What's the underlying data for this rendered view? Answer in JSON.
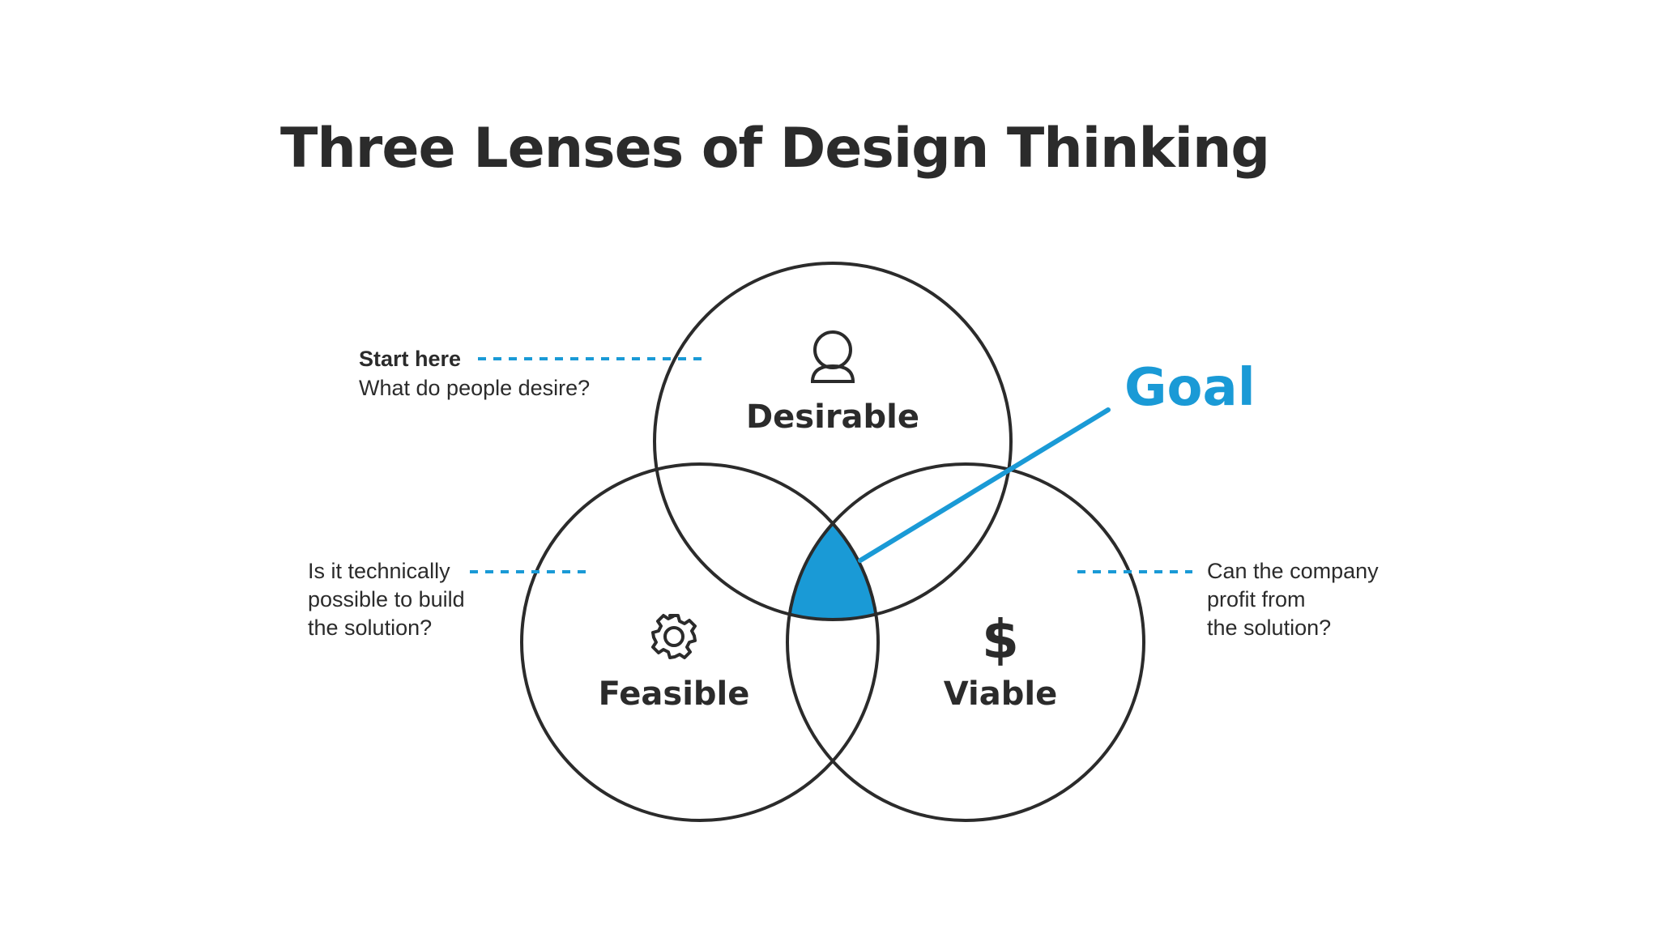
{
  "title": "Three Lenses of Design Thinking",
  "lenses": {
    "desirable": {
      "label": "Desirable",
      "icon": "person-icon",
      "note_heading": "Start here",
      "note_lines": [
        "What do people desire?"
      ]
    },
    "feasible": {
      "label": "Feasible",
      "icon": "gear-icon",
      "note_lines": [
        "Is it technically",
        "possible to build",
        "the solution?"
      ]
    },
    "viable": {
      "label": "Viable",
      "icon": "dollar-icon",
      "icon_glyph": "$",
      "note_lines": [
        "Can the company",
        "profit from",
        "the solution?"
      ]
    }
  },
  "goal": {
    "label": "Goal"
  },
  "colors": {
    "accent": "#1a9ad6",
    "ink": "#2b2b2b",
    "background": "#ffffff"
  }
}
